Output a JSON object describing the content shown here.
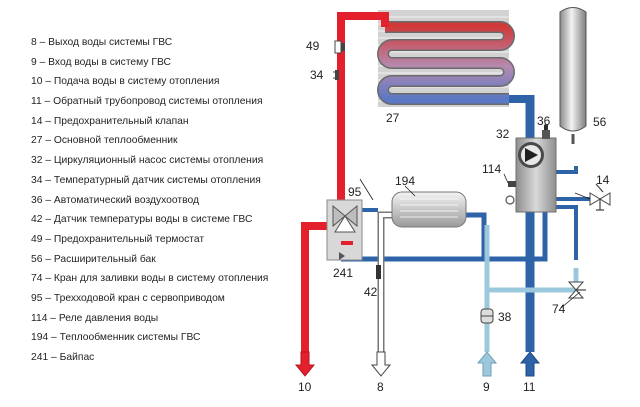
{
  "legend": [
    "8 – Выход воды системы ГВС",
    "9 – Вход воды в систему ГВС",
    "10 – Подача воды в систему отопления",
    "11 – Обратный трубопровод системы отопления",
    "14 – Предохранительный клапан",
    "27 – Основной теплообменник",
    "32 – Циркуляционный насос системы отопления",
    "34 – Температурный датчик системы отопления",
    "36 – Автоматический воздухоотвод",
    "42 – Датчик температуры воды в системе ГВС",
    "49 – Предохранительный термостат",
    "56 – Расширительный бак",
    "74 – Кран для заливки воды в систему отопления",
    "95 – Трехходовой кран с сервоприводом",
    "114 – Реле давления воды",
    "194 – Теплообменник системы ГВС",
    "241 – Байпас"
  ],
  "labels": {
    "n49": "49",
    "n34": "34",
    "n27": "27",
    "n32": "32",
    "n36": "36",
    "n56": "56",
    "n114": "114",
    "n194": "194",
    "n14": "14",
    "n95": "95",
    "n241": "241",
    "n42": "42",
    "n38": "38",
    "n74": "74",
    "n10": "10",
    "n8": "8",
    "n9": "9",
    "n11": "11"
  },
  "colors": {
    "hot": "#e4202c",
    "return": "#2e63a8",
    "cold_inlet": "#9cc8de",
    "dhw_outlet": "#ffffff",
    "component": "#c8c8c8"
  }
}
